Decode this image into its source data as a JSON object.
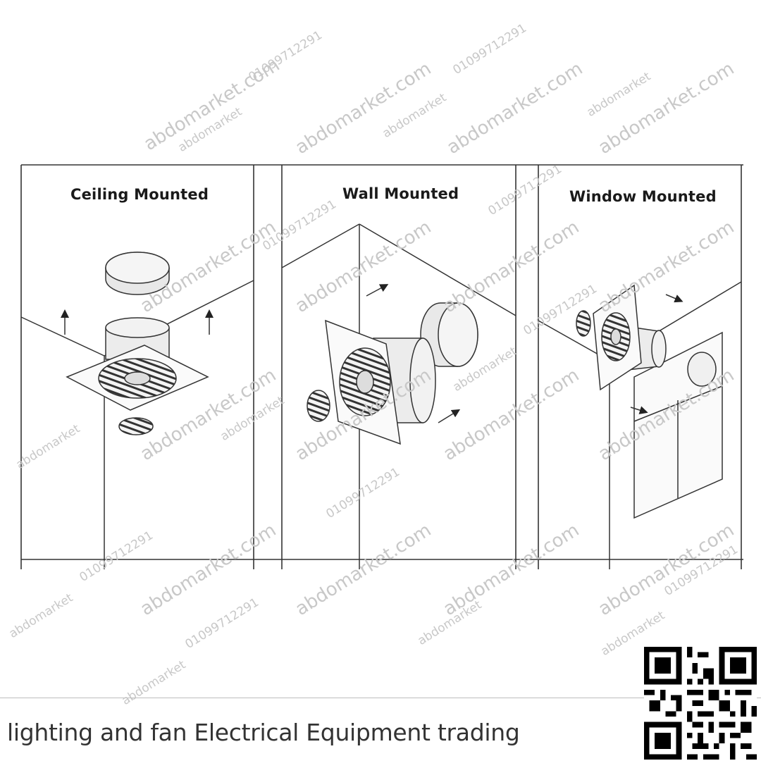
{
  "panels": [
    {
      "title": "Ceiling Mounted"
    },
    {
      "title": "Wall Mounted"
    },
    {
      "title": "Window Mounted"
    }
  ],
  "watermark": {
    "site": "abdomarket.com",
    "brand": "abdomarket",
    "phone": "01099712291"
  },
  "footer": {
    "text": "lighting and fan Electrical Equipment trading"
  },
  "qr_code": {
    "label": "QR code"
  }
}
